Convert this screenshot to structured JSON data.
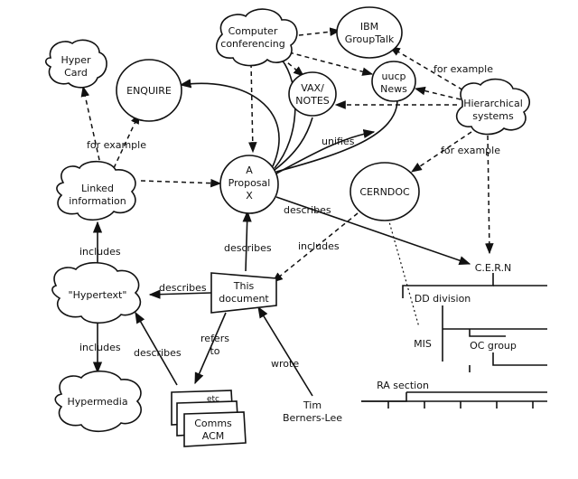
{
  "nodes": {
    "computer_conferencing": [
      "Computer",
      "conferencing"
    ],
    "ibm_grouptalk": [
      "IBM",
      "GroupTalk"
    ],
    "hypercard": [
      "Hyper",
      "Card"
    ],
    "enquire": [
      "ENQUIRE"
    ],
    "vax_notes": [
      "VAX/",
      "NOTES"
    ],
    "uucp_news": [
      "uucp",
      "News"
    ],
    "hierarchical_systems": [
      "Hierarchical",
      "systems"
    ],
    "linked_information": [
      "Linked",
      "information"
    ],
    "proposal": [
      "A",
      "Proposal",
      "X"
    ],
    "cerndoc": [
      "CERNDOC"
    ],
    "hypertext": [
      "\"Hypertext\""
    ],
    "this_document": [
      "This",
      "document"
    ],
    "hypermedia": [
      "Hypermedia"
    ],
    "comms_acm": [
      "Comms",
      "ACM"
    ],
    "etc": "etc",
    "tim_berners_lee": [
      "Tim",
      "Berners-Lee"
    ]
  },
  "edge_labels": {
    "for_example_ibm": "for example",
    "for_example_hypercard": "for example",
    "for_example_cerndoc": "for example",
    "unifies": "unifies",
    "describes_cern": "describes",
    "includes_cerndoc": "includes",
    "describes_proposal": "describes",
    "describes_hypertext": "describes",
    "includes_linked": "includes",
    "includes_hypermedia": "includes",
    "describes_comms": "describes",
    "refers_to": [
      "refers",
      "to"
    ],
    "wrote": "wrote"
  },
  "org_chart": {
    "cern": "C.E.R.N",
    "dd_division": "DD division",
    "oc_group": "OC group",
    "ra_section": "RA section",
    "mis": "MIS"
  }
}
